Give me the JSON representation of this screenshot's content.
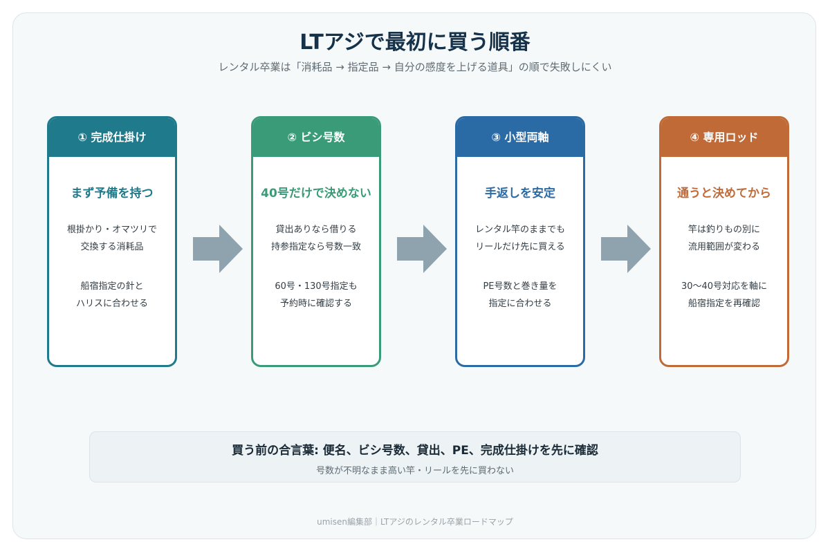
{
  "title": "LTアジで最初に買う順番",
  "subtitle": "レンタル卒業は「消耗品 → 指定品 → 自分の感度を上げる道具」の順で失敗しにくい",
  "steps": [
    {
      "label": "① 完成仕掛け",
      "heading": "まず予備を持つ",
      "text1": "根掛かり・オマツリで\n交換する消耗品",
      "text2": "船宿指定の針と\nハリスに合わせる",
      "color": "#1f7a8c"
    },
    {
      "label": "② ビシ号数",
      "heading": "40号だけで決めない",
      "text1": "貸出ありなら借りる\n持参指定なら号数一致",
      "text2": "60号・130号指定も\n予約時に確認する",
      "color": "#3a9b78"
    },
    {
      "label": "③ 小型両軸",
      "heading": "手返しを安定",
      "text1": "レンタル竿のままでも\nリールだけ先に買える",
      "text2": "PE号数と巻き量を\n指定に合わせる",
      "color": "#2a6aa5"
    },
    {
      "label": "④ 専用ロッド",
      "heading": "通うと決めてから",
      "text1": "竿は釣りもの別に\n流用範囲が変わる",
      "text2": "30〜40号対応を軸に\n船宿指定を再確認",
      "color": "#c06a38"
    }
  ],
  "arrow_color": "#8ea3ad",
  "note": {
    "main": "買う前の合言葉: 便名、ビシ号数、貸出、PE、完成仕掛けを先に確認",
    "sub": "号数が不明なまま高い竿・リールを先に買わない"
  },
  "footer": "umisen編集部｜LTアジのレンタル卒業ロードマップ"
}
